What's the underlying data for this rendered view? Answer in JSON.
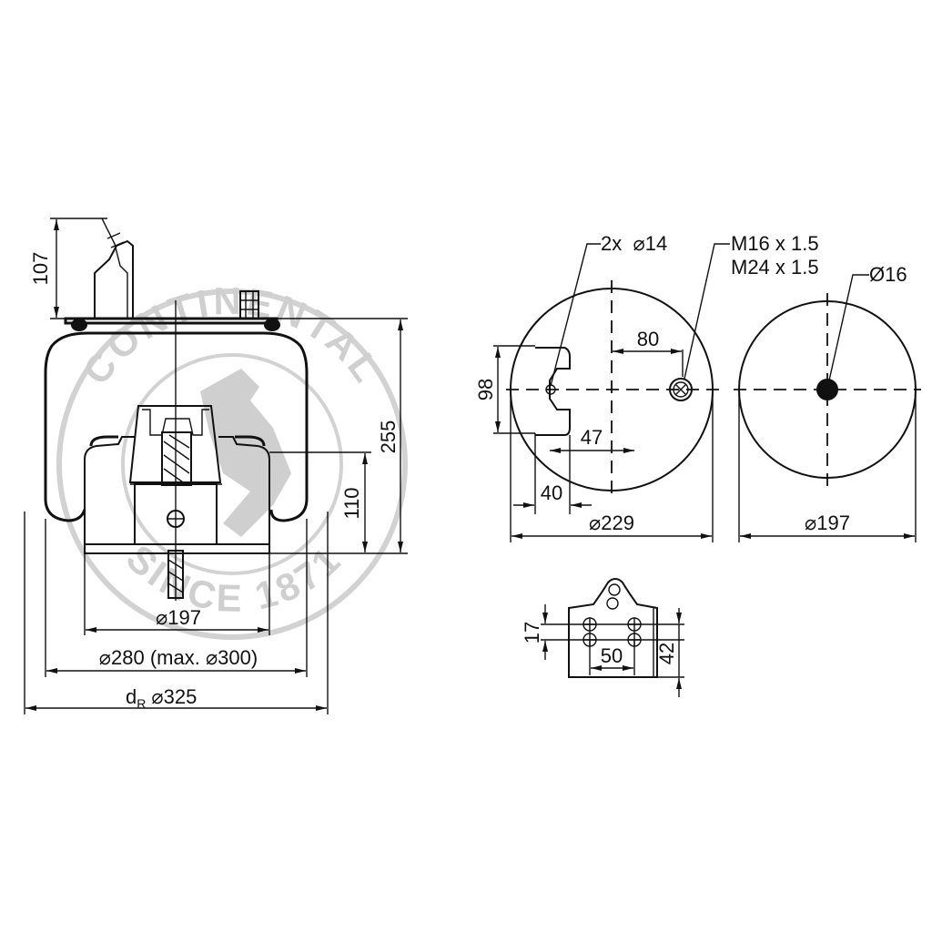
{
  "watermark": {
    "top": "CONTINENTAL",
    "bottom": "SINCE 1871"
  },
  "side_view": {
    "dim_height_bracket": "107",
    "dim_height_total": "255",
    "dim_height_piston": "110",
    "dim_piston_diameter": "⌀197",
    "dim_bellow_diameter": "⌀280 (max. ⌀300)",
    "dim_roll_prefix": "d",
    "dim_roll_subscript": "R",
    "dim_roll_diameter": "⌀325"
  },
  "top_plate_view": {
    "holes_label": "2x  ⌀14",
    "thread_label_1": "M16 x 1.5",
    "thread_label_2": "M24 x 1.5",
    "dim_80": "80",
    "dim_98": "98",
    "dim_47": "47",
    "dim_40": "40",
    "dim_diameter": "⌀229"
  },
  "bottom_plate_view": {
    "hole_label": "Ø16",
    "dim_diameter": "⌀197"
  },
  "bracket_view": {
    "dim_17": "17",
    "dim_50": "50",
    "dim_42": "42"
  }
}
